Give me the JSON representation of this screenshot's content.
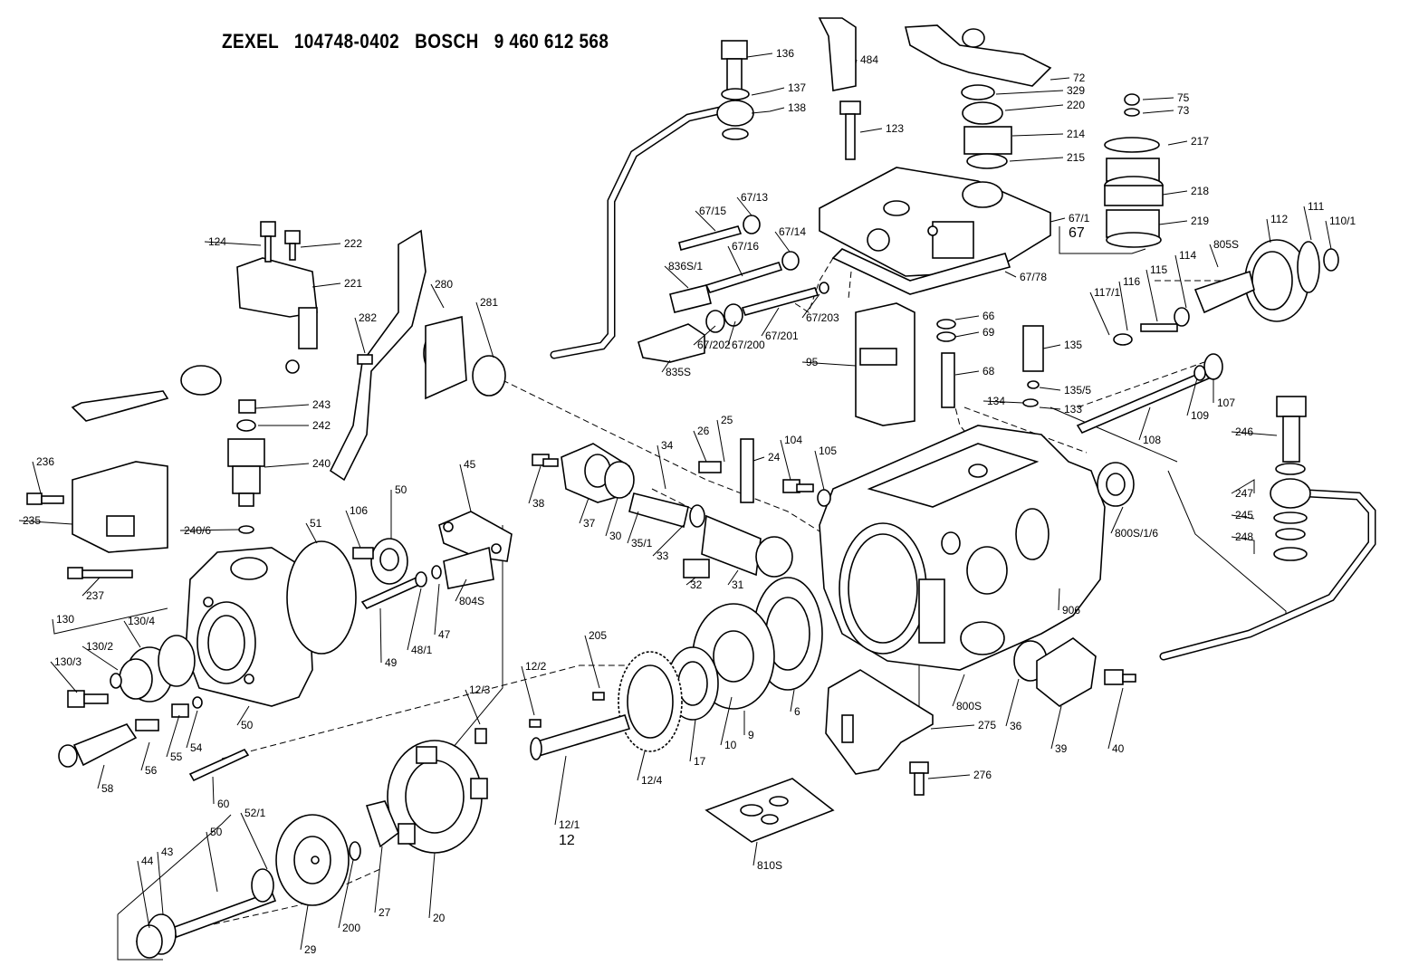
{
  "diagram": {
    "header": {
      "maker1": "ZEXEL",
      "number1": "104748-0402",
      "maker2": "BOSCH",
      "number2": "9 460 612 568"
    },
    "labels": [
      "136",
      "137",
      "138",
      "484",
      "123",
      "72",
      "329",
      "220",
      "214",
      "215",
      "75",
      "73",
      "217",
      "218",
      "219",
      "67/1",
      "67",
      "67/13",
      "67/15",
      "67/14",
      "67/16",
      "836S/1",
      "67/78",
      "67/203",
      "67/201",
      "67/200",
      "67/202",
      "835S",
      "124",
      "222",
      "221",
      "280",
      "281",
      "282",
      "66",
      "69",
      "68",
      "95",
      "135",
      "135/5",
      "134",
      "133",
      "112",
      "111",
      "110/1",
      "805S",
      "115",
      "114",
      "116",
      "117/1",
      "107",
      "109",
      "108",
      "243",
      "242",
      "240",
      "240/6",
      "236",
      "235",
      "237",
      "26",
      "25",
      "24",
      "104",
      "105",
      "34",
      "38",
      "37",
      "30",
      "35/1",
      "33",
      "32",
      "31",
      "45",
      "50",
      "51",
      "106",
      "804S",
      "48/1",
      "47",
      "49",
      "130",
      "130/4",
      "130/2",
      "130/3",
      "50",
      "55",
      "54",
      "58",
      "56",
      "60",
      "205",
      "12/2",
      "12/3",
      "12/4",
      "17",
      "10",
      "9",
      "6",
      "12/1",
      "12",
      "906",
      "800S/1/6",
      "800S",
      "36",
      "39",
      "40",
      "275",
      "276",
      "810S",
      "246",
      "247",
      "245",
      "248",
      "52/1",
      "44",
      "43",
      "50",
      "29",
      "200",
      "27",
      "20"
    ]
  }
}
